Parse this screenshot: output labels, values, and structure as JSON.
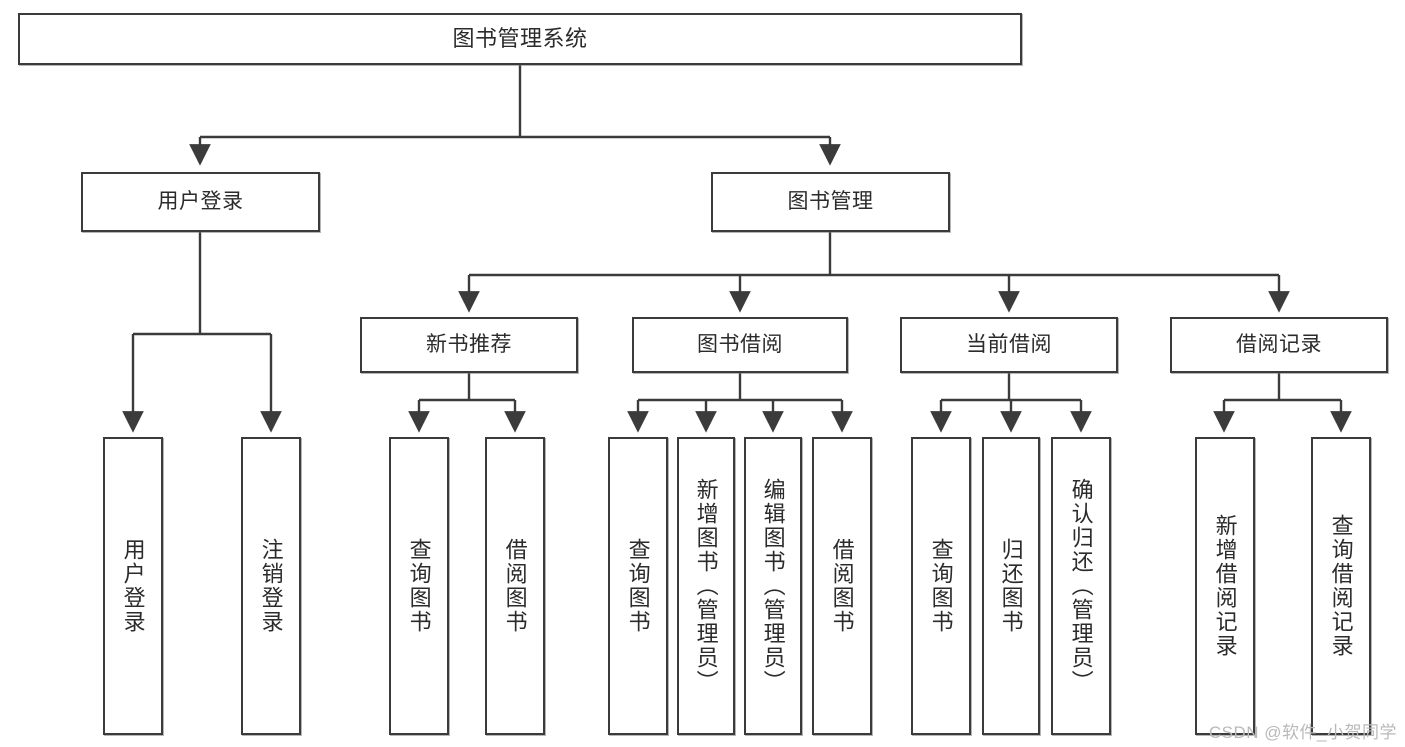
{
  "diagram": {
    "title": "图书管理系统",
    "type": "hierarchy-tree",
    "style": {
      "border_color": "#3b3b3b",
      "text_color": "#2b2b2b",
      "background": "#ffffff",
      "watermark_color": "#b9b9b9"
    },
    "root": {
      "label": "图书管理系统"
    },
    "level1": [
      {
        "label": "用户登录"
      },
      {
        "label": "图书管理"
      }
    ],
    "level2": [
      {
        "label": "新书推荐"
      },
      {
        "label": "图书借阅"
      },
      {
        "label": "当前借阅"
      },
      {
        "label": "借阅记录"
      }
    ],
    "leaves": {
      "user_login": [
        {
          "label": "用户登录"
        },
        {
          "label": "注销登录"
        }
      ],
      "new_book_recommend": [
        {
          "label": "查询图书"
        },
        {
          "label": "借阅图书"
        }
      ],
      "book_borrow": [
        {
          "label": "查询图书"
        },
        {
          "label": "新增图书（管理员）"
        },
        {
          "label": "编辑图书（管理员）"
        },
        {
          "label": "借阅图书"
        }
      ],
      "current_borrow": [
        {
          "label": "查询图书"
        },
        {
          "label": "归还图书"
        },
        {
          "label": "确认归还（管理员）"
        }
      ],
      "borrow_record": [
        {
          "label": "新增借阅记录"
        },
        {
          "label": "查询借阅记录"
        }
      ]
    }
  },
  "watermark": {
    "text": "CSDN @软件_小贺同学"
  }
}
